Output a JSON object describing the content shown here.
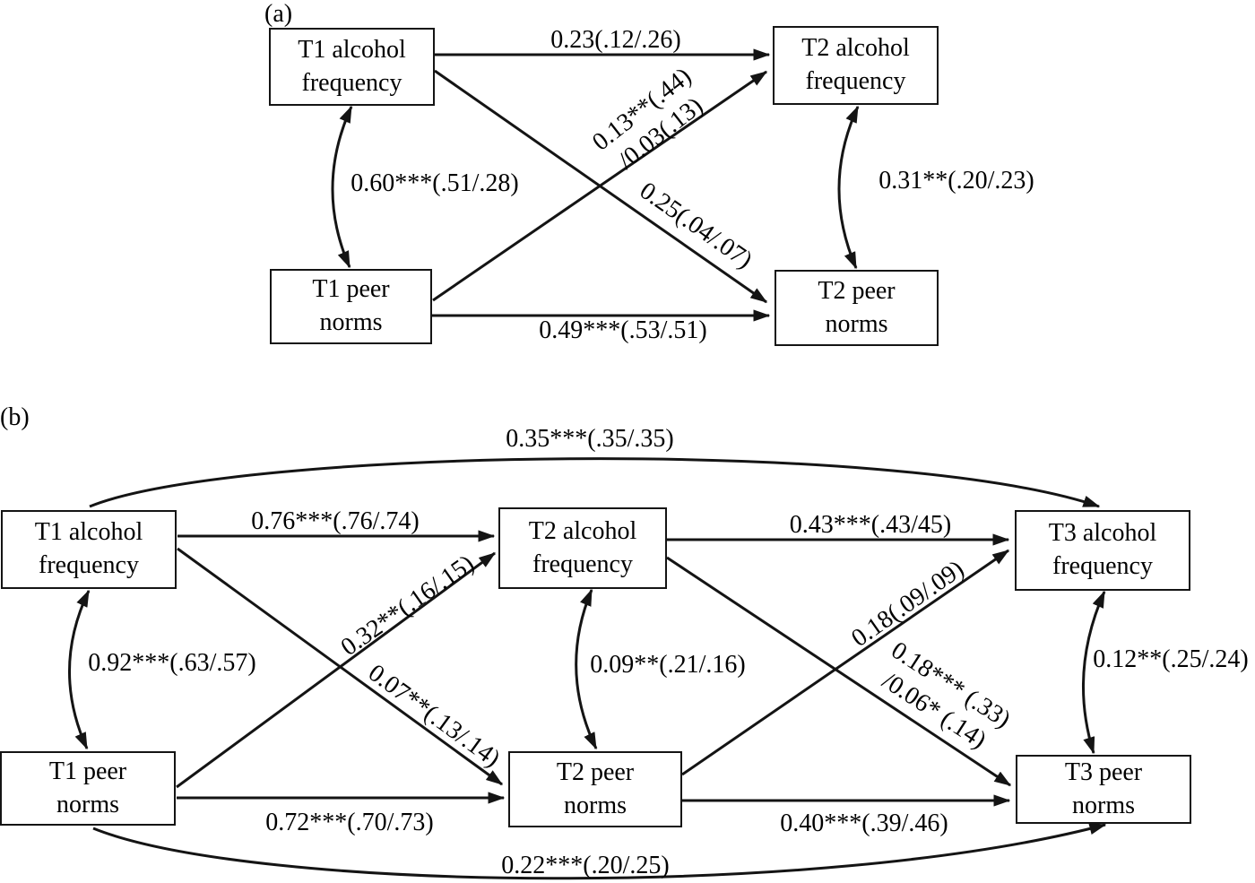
{
  "figure": {
    "description": "Cross-lagged panel path diagrams of alcohol frequency and peer norms across time points",
    "panel_a": {
      "tag": "(a)",
      "nodes": {
        "t1_alcohol": {
          "line1": "T1 alcohol",
          "line2": "frequency"
        },
        "t2_alcohol": {
          "line1": "T2 alcohol",
          "line2": "frequency"
        },
        "t1_peer": {
          "line1": "T1 peer",
          "line2": "norms"
        },
        "t2_peer": {
          "line1": "T2 peer",
          "line2": "norms"
        }
      },
      "edges": {
        "alc_stability": {
          "from": "T1 alcohol frequency",
          "to": "T2 alcohol frequency",
          "label": "0.23(.12/.26)"
        },
        "peer_to_alc": {
          "from": "T1 peer norms",
          "to": "T2 alcohol frequency",
          "label_line1": "0.13**(.44)",
          "label_line2": "/0.03(.13)"
        },
        "alc_to_peer": {
          "from": "T1 alcohol frequency",
          "to": "T2 peer norms",
          "label": "0.25(.04/.07)"
        },
        "peer_stability": {
          "from": "T1 peer norms",
          "to": "T2 peer norms",
          "label": "0.49***(.53/.51)"
        },
        "t1_within_corr": {
          "between": "T1 alcohol frequency and T1 peer norms",
          "label": "0.60***(.51/.28)"
        },
        "t2_within_corr": {
          "between": "T2 alcohol frequency and T2 peer norms",
          "label": "0.31**(.20/.23)"
        }
      }
    },
    "panel_b": {
      "tag": "(b)",
      "nodes": {
        "t1_alcohol": {
          "line1": "T1 alcohol",
          "line2": "frequency"
        },
        "t2_alcohol": {
          "line1": "T2 alcohol",
          "line2": "frequency"
        },
        "t3_alcohol": {
          "line1": "T3 alcohol",
          "line2": "frequency"
        },
        "t1_peer": {
          "line1": "T1 peer",
          "line2": "norms"
        },
        "t2_peer": {
          "line1": "T2 peer",
          "line2": "norms"
        },
        "t3_peer": {
          "line1": "T3 peer",
          "line2": "norms"
        }
      },
      "edges": {
        "alc_t1_t3": {
          "from": "T1 alcohol frequency",
          "to": "T3 alcohol frequency",
          "label": "0.35***(.35/.35)"
        },
        "alc_t1_t2": {
          "from": "T1 alcohol frequency",
          "to": "T2 alcohol frequency",
          "label": "0.76***(.76/.74)"
        },
        "alc_t2_t3": {
          "from": "T2 alcohol frequency",
          "to": "T3 alcohol frequency",
          "label": "0.43***(.43/45)"
        },
        "peer_t1_t2": {
          "from": "T1 peer norms",
          "to": "T2 peer norms",
          "label": "0.72***(.70/.73)"
        },
        "peer_t2_t3": {
          "from": "T2 peer norms",
          "to": "T3 peer norms",
          "label": "0.40***(.39/.46)"
        },
        "peer_t1_t3": {
          "from": "T1 peer norms",
          "to": "T3 peer norms",
          "label": "0.22***(.20/.25)"
        },
        "t1peer_to_t2alc": {
          "from": "T1 peer norms",
          "to": "T2 alcohol frequency",
          "label": "0.32**(.16/.15)"
        },
        "t1alc_to_t2peer": {
          "from": "T1 alcohol frequency",
          "to": "T2 peer norms",
          "label": "0.07**(.13/.14)"
        },
        "t2peer_to_t3alc": {
          "from": "T2 peer norms",
          "to": "T3 alcohol frequency",
          "label": "0.18(.09/.09)"
        },
        "t2alc_to_t3peer": {
          "from": "T2 alcohol frequency",
          "to": "T3 peer norms",
          "label_line1": "0.18*** (.33)",
          "label_line2": "/0.06* (.14)"
        },
        "t1_within_corr": {
          "between": "T1 alcohol frequency and T1 peer norms",
          "label": "0.92***(.63/.57)"
        },
        "t2_within_corr": {
          "between": "T2 alcohol frequency and T2 peer norms",
          "label": "0.09**(.21/.16)"
        },
        "t3_within_corr": {
          "between": "T3 alcohol frequency and T3 peer norms",
          "label": "0.12**(.25/.24)"
        }
      }
    }
  }
}
